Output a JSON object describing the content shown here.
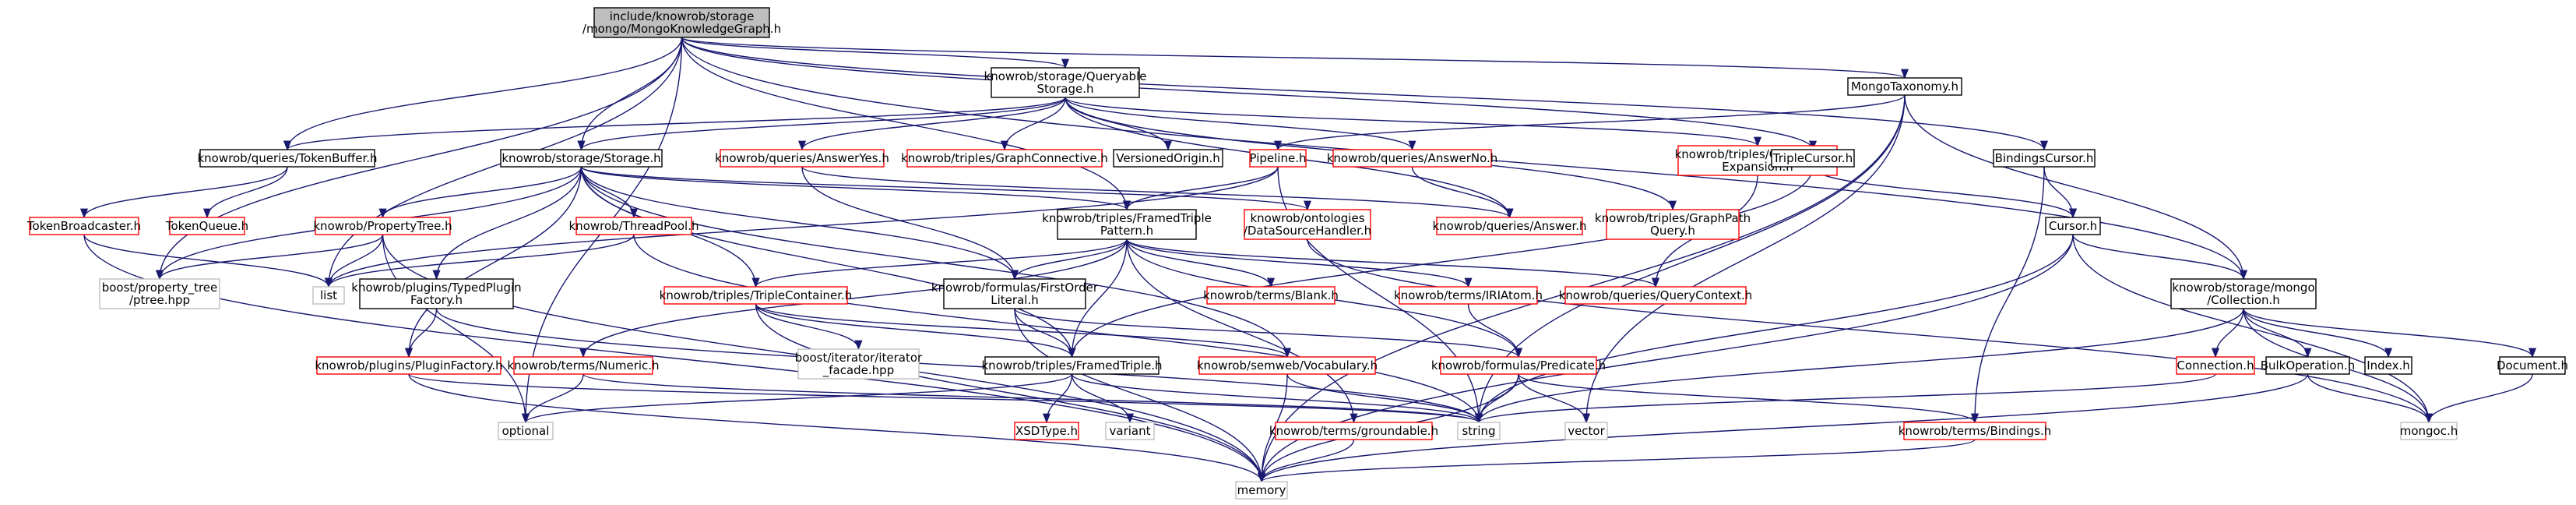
{
  "colors": {
    "root_fill": "#bfbfbf",
    "root_border": "#000000",
    "doc_border": "#000000",
    "undoc_border": "#ff0000",
    "external_border": "#bfbfbf",
    "edge": "#191970"
  },
  "nodes": {
    "root": {
      "lines": [
        "include/knowrob/storage",
        "/mongo/MongoKnowledgeGraph.h"
      ],
      "kind": "root"
    },
    "queryable": {
      "lines": [
        "knowrob/storage/Queryable",
        "Storage.h"
      ],
      "kind": "doc"
    },
    "mongotax": {
      "lines": [
        "MongoTaxonomy.h"
      ],
      "kind": "doc"
    },
    "tokenbuffer": {
      "lines": [
        "knowrob/queries/TokenBuffer.h"
      ],
      "kind": "doc"
    },
    "storage": {
      "lines": [
        "knowrob/storage/Storage.h"
      ],
      "kind": "doc"
    },
    "answeryes": {
      "lines": [
        "knowrob/queries/AnswerYes.h"
      ],
      "kind": "undoc"
    },
    "graphconn": {
      "lines": [
        "knowrob/triples/GraphConnective.h"
      ],
      "kind": "undoc"
    },
    "versioned": {
      "lines": [
        "VersionedOrigin.h"
      ],
      "kind": "doc"
    },
    "pipeline": {
      "lines": [
        "Pipeline.h"
      ],
      "kind": "undoc"
    },
    "answerno": {
      "lines": [
        "knowrob/queries/AnswerNo.h"
      ],
      "kind": "undoc"
    },
    "gqexp": {
      "lines": [
        "knowrob/triples/GraphQuery",
        "Expansion.h"
      ],
      "kind": "undoc"
    },
    "triplecursor": {
      "lines": [
        "TripleCursor.h"
      ],
      "kind": "doc"
    },
    "bindingscursor": {
      "lines": [
        "BindingsCursor.h"
      ],
      "kind": "doc"
    },
    "tokenbroad": {
      "lines": [
        "TokenBroadcaster.h"
      ],
      "kind": "undoc"
    },
    "tokenqueue": {
      "lines": [
        "TokenQueue.h"
      ],
      "kind": "undoc"
    },
    "proptree": {
      "lines": [
        "knowrob/PropertyTree.h"
      ],
      "kind": "undoc"
    },
    "threadpool": {
      "lines": [
        "knowrob/ThreadPool.h"
      ],
      "kind": "undoc"
    },
    "fpattern": {
      "lines": [
        "knowrob/triples/FramedTriple",
        "Pattern.h"
      ],
      "kind": "doc"
    },
    "ontology": {
      "lines": [
        "knowrob/ontologies",
        "/DataSourceHandler.h"
      ],
      "kind": "undoc"
    },
    "answer": {
      "lines": [
        "knowrob/queries/Answer.h"
      ],
      "kind": "undoc"
    },
    "gpquery": {
      "lines": [
        "knowrob/triples/GraphPath",
        "Query.h"
      ],
      "kind": "undoc"
    },
    "cursor": {
      "lines": [
        "Cursor.h"
      ],
      "kind": "doc"
    },
    "ptree": {
      "lines": [
        "boost/property_tree",
        "/ptree.hpp"
      ],
      "kind": "ext"
    },
    "list": {
      "lines": [
        "list"
      ],
      "kind": "ext"
    },
    "typedplugin": {
      "lines": [
        "knowrob/plugins/TypedPlugin",
        "Factory.h"
      ],
      "kind": "doc"
    },
    "tcontainer": {
      "lines": [
        "knowrob/triples/TripleContainer.h"
      ],
      "kind": "undoc"
    },
    "firstorder": {
      "lines": [
        "knowrob/formulas/FirstOrder",
        "Literal.h"
      ],
      "kind": "doc"
    },
    "blank": {
      "lines": [
        "knowrob/terms/Blank.h"
      ],
      "kind": "undoc"
    },
    "iriatom": {
      "lines": [
        "knowrob/terms/IRIAtom.h"
      ],
      "kind": "undoc"
    },
    "querycontext": {
      "lines": [
        "knowrob/queries/QueryContext.h"
      ],
      "kind": "undoc"
    },
    "collection": {
      "lines": [
        "knowrob/storage/mongo",
        "/Collection.h"
      ],
      "kind": "doc"
    },
    "pluginfactory": {
      "lines": [
        "knowrob/plugins/PluginFactory.h"
      ],
      "kind": "undoc"
    },
    "numeric": {
      "lines": [
        "knowrob/terms/Numeric.h"
      ],
      "kind": "undoc"
    },
    "iterfacade": {
      "lines": [
        "boost/iterator/iterator",
        "_facade.hpp"
      ],
      "kind": "ext"
    },
    "framedtriple": {
      "lines": [
        "knowrob/triples/FramedTriple.h"
      ],
      "kind": "doc"
    },
    "vocabulary": {
      "lines": [
        "knowrob/semweb/Vocabulary.h"
      ],
      "kind": "undoc"
    },
    "predicate": {
      "lines": [
        "knowrob/formulas/Predicate.h"
      ],
      "kind": "undoc"
    },
    "connection": {
      "lines": [
        "Connection.h"
      ],
      "kind": "undoc"
    },
    "bulkop": {
      "lines": [
        "BulkOperation.h"
      ],
      "kind": "doc"
    },
    "index": {
      "lines": [
        "Index.h"
      ],
      "kind": "doc"
    },
    "document": {
      "lines": [
        "Document.h"
      ],
      "kind": "doc"
    },
    "optional": {
      "lines": [
        "optional"
      ],
      "kind": "ext"
    },
    "xsdtype": {
      "lines": [
        "XSDType.h"
      ],
      "kind": "undoc"
    },
    "variant": {
      "lines": [
        "variant"
      ],
      "kind": "ext"
    },
    "groundable": {
      "lines": [
        "knowrob/terms/groundable.h"
      ],
      "kind": "undoc"
    },
    "string": {
      "lines": [
        "string"
      ],
      "kind": "ext"
    },
    "vector": {
      "lines": [
        "vector"
      ],
      "kind": "ext"
    },
    "bindings": {
      "lines": [
        "knowrob/terms/Bindings.h"
      ],
      "kind": "undoc"
    },
    "mongoc": {
      "lines": [
        "mongoc.h"
      ],
      "kind": "ext"
    },
    "memory": {
      "lines": [
        "memory"
      ],
      "kind": "ext"
    }
  },
  "edges": [
    [
      "root",
      "queryable"
    ],
    [
      "root",
      "mongotax"
    ],
    [
      "root",
      "tokenbuffer"
    ],
    [
      "root",
      "storage"
    ],
    [
      "root",
      "triplecursor"
    ],
    [
      "root",
      "bindingscursor"
    ],
    [
      "root",
      "collection"
    ],
    [
      "root",
      "list"
    ],
    [
      "root",
      "ptree"
    ],
    [
      "root",
      "optional"
    ],
    [
      "root",
      "fpattern"
    ],
    [
      "queryable",
      "tokenbuffer"
    ],
    [
      "queryable",
      "storage"
    ],
    [
      "queryable",
      "answeryes"
    ],
    [
      "queryable",
      "graphconn"
    ],
    [
      "queryable",
      "versioned"
    ],
    [
      "queryable",
      "answerno"
    ],
    [
      "queryable",
      "gqexp"
    ],
    [
      "queryable",
      "answer"
    ],
    [
      "queryable",
      "gpquery"
    ],
    [
      "mongotax",
      "pipeline"
    ],
    [
      "mongotax",
      "collection"
    ],
    [
      "mongotax",
      "string"
    ],
    [
      "mongotax",
      "vector"
    ],
    [
      "mongotax",
      "memory"
    ],
    [
      "tokenbuffer",
      "tokenbroad"
    ],
    [
      "tokenbuffer",
      "tokenqueue"
    ],
    [
      "tokenbroad",
      "list"
    ],
    [
      "tokenbroad",
      "memory"
    ],
    [
      "storage",
      "proptree"
    ],
    [
      "storage",
      "threadpool"
    ],
    [
      "storage",
      "typedplugin"
    ],
    [
      "storage",
      "pluginfactory"
    ],
    [
      "storage",
      "tcontainer"
    ],
    [
      "storage",
      "firstorder"
    ],
    [
      "storage",
      "ontology"
    ],
    [
      "storage",
      "ptree"
    ],
    [
      "storage",
      "fpattern"
    ],
    [
      "storage",
      "framedtriple"
    ],
    [
      "storage",
      "vocabulary"
    ],
    [
      "answeryes",
      "answer"
    ],
    [
      "answeryes",
      "firstorder"
    ],
    [
      "answerno",
      "answer"
    ],
    [
      "gqexp",
      "querycontext"
    ],
    [
      "pipeline",
      "fpattern"
    ],
    [
      "pipeline",
      "list"
    ],
    [
      "pipeline",
      "string"
    ],
    [
      "triplecursor",
      "cursor"
    ],
    [
      "triplecursor",
      "framedtriple"
    ],
    [
      "bindingscursor",
      "cursor"
    ],
    [
      "bindingscursor",
      "bindings"
    ],
    [
      "cursor",
      "collection"
    ],
    [
      "cursor",
      "string"
    ],
    [
      "cursor",
      "memory"
    ],
    [
      "cursor",
      "mongoc"
    ],
    [
      "proptree",
      "ptree"
    ],
    [
      "proptree",
      "list"
    ],
    [
      "proptree",
      "optional"
    ],
    [
      "proptree",
      "memory"
    ],
    [
      "threadpool",
      "list"
    ],
    [
      "threadpool",
      "string"
    ],
    [
      "typedplugin",
      "pluginfactory"
    ],
    [
      "typedplugin",
      "string"
    ],
    [
      "fpattern",
      "firstorder"
    ],
    [
      "fpattern",
      "blank"
    ],
    [
      "fpattern",
      "iriatom"
    ],
    [
      "fpattern",
      "querycontext"
    ],
    [
      "fpattern",
      "framedtriple"
    ],
    [
      "fpattern",
      "tcontainer"
    ],
    [
      "fpattern",
      "numeric"
    ],
    [
      "fpattern",
      "groundable"
    ],
    [
      "fpattern",
      "predicate"
    ],
    [
      "ontology",
      "mongoc"
    ],
    [
      "tcontainer",
      "framedtriple"
    ],
    [
      "tcontainer",
      "iterfacade"
    ],
    [
      "tcontainer",
      "memory"
    ],
    [
      "tcontainer",
      "vocabulary"
    ],
    [
      "firstorder",
      "framedtriple"
    ],
    [
      "firstorder",
      "predicate"
    ],
    [
      "firstorder",
      "memory"
    ],
    [
      "iriatom",
      "predicate"
    ],
    [
      "collection",
      "connection"
    ],
    [
      "collection",
      "bulkop"
    ],
    [
      "collection",
      "index"
    ],
    [
      "collection",
      "document"
    ],
    [
      "collection",
      "mongoc"
    ],
    [
      "collection",
      "string"
    ],
    [
      "connection",
      "string"
    ],
    [
      "bulkop",
      "mongoc"
    ],
    [
      "bulkop",
      "memory"
    ],
    [
      "document",
      "mongoc"
    ],
    [
      "pluginfactory",
      "string"
    ],
    [
      "pluginfactory",
      "memory"
    ],
    [
      "numeric",
      "optional"
    ],
    [
      "numeric",
      "string"
    ],
    [
      "framedtriple",
      "xsdtype"
    ],
    [
      "framedtriple",
      "variant"
    ],
    [
      "framedtriple",
      "string"
    ],
    [
      "framedtriple",
      "optional"
    ],
    [
      "vocabulary",
      "string"
    ],
    [
      "vocabulary",
      "memory"
    ],
    [
      "predicate",
      "string"
    ],
    [
      "predicate",
      "vector"
    ],
    [
      "predicate",
      "bindings"
    ],
    [
      "predicate",
      "memory"
    ],
    [
      "groundable",
      "memory"
    ],
    [
      "bindings",
      "memory"
    ]
  ]
}
